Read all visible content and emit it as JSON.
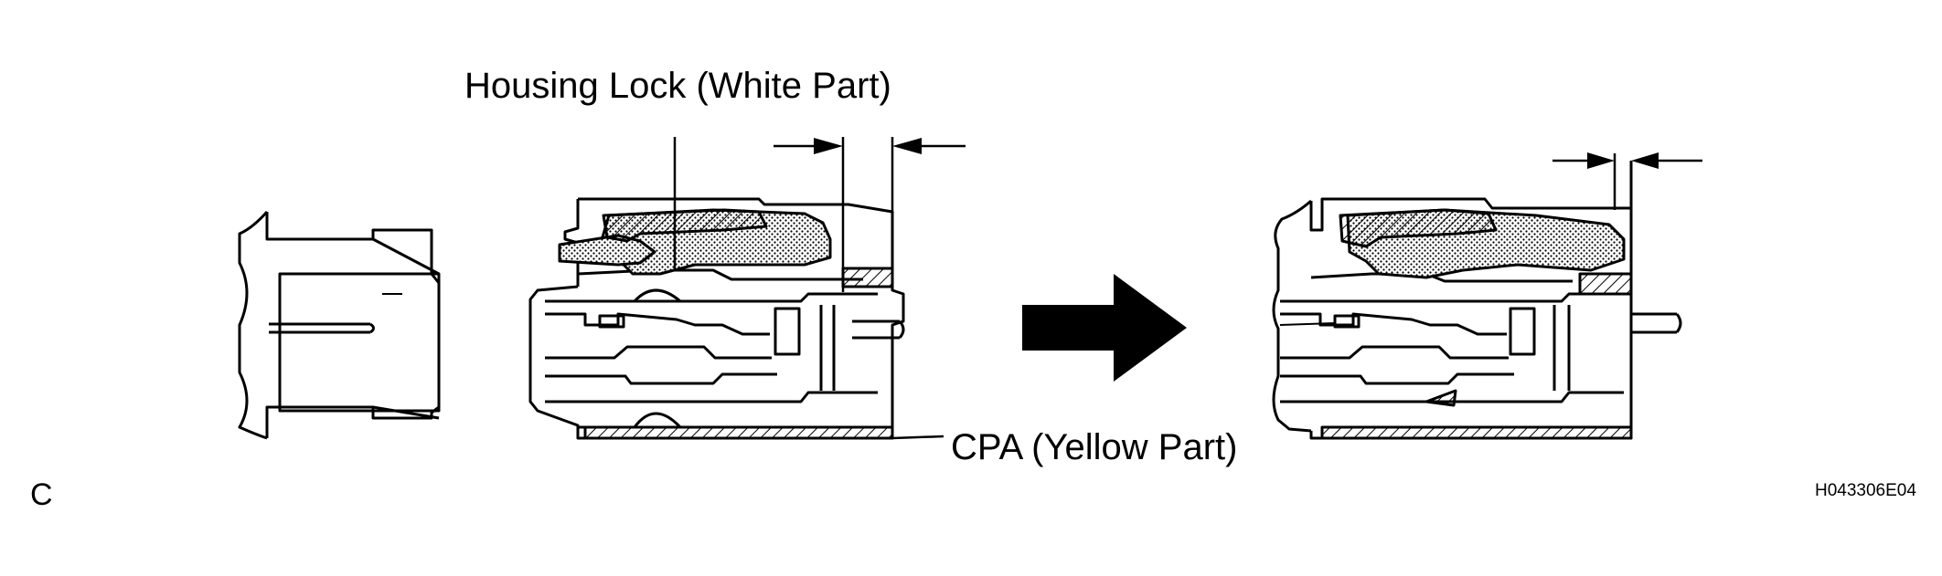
{
  "diagram": {
    "callouts": {
      "housing_lock": "Housing Lock (White Part)",
      "cpa": "CPA (Yellow Part)"
    },
    "panel_letter": "C",
    "figure_code": "H043306E04",
    "icons": [
      "male-connector-icon",
      "unmated-female-connector-icon",
      "mating-direction-arrow-icon",
      "mated-connector-icon"
    ]
  }
}
